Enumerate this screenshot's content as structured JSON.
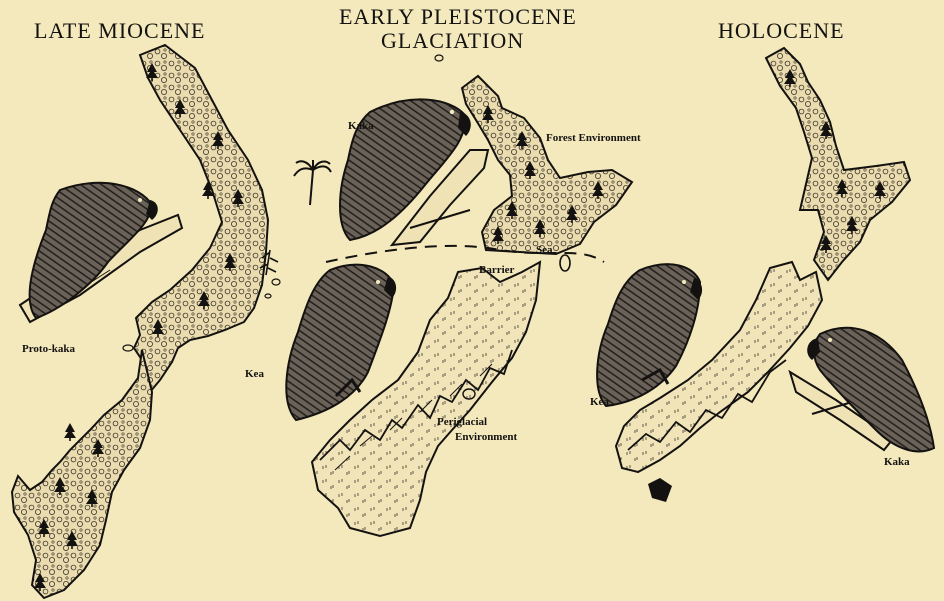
{
  "headings": {
    "late_miocene": "LATE  MIOCENE",
    "early_pleistocene_line1": "EARLY  PLEISTOCENE",
    "early_pleistocene_line2": "GLACIATION",
    "holocene": "HOLOCENE"
  },
  "labels": {
    "proto_kaka": "Proto-kaka",
    "kaka_pleistocene": "Kaka",
    "forest_environment": "Forest  Environment",
    "sea": "Sea",
    "barrier": "Barrier",
    "kea_pleistocene": "Kea",
    "periglacial_line1": "Periglacial",
    "periglacial_line2": "Environment",
    "kea_holocene": "Kea",
    "kaka_holocene": "Kaka"
  },
  "colors": {
    "paper": "#f3e9bd",
    "ink": "#141210",
    "land_fill": "#eadcae",
    "bird_fill": "#2a2622"
  }
}
